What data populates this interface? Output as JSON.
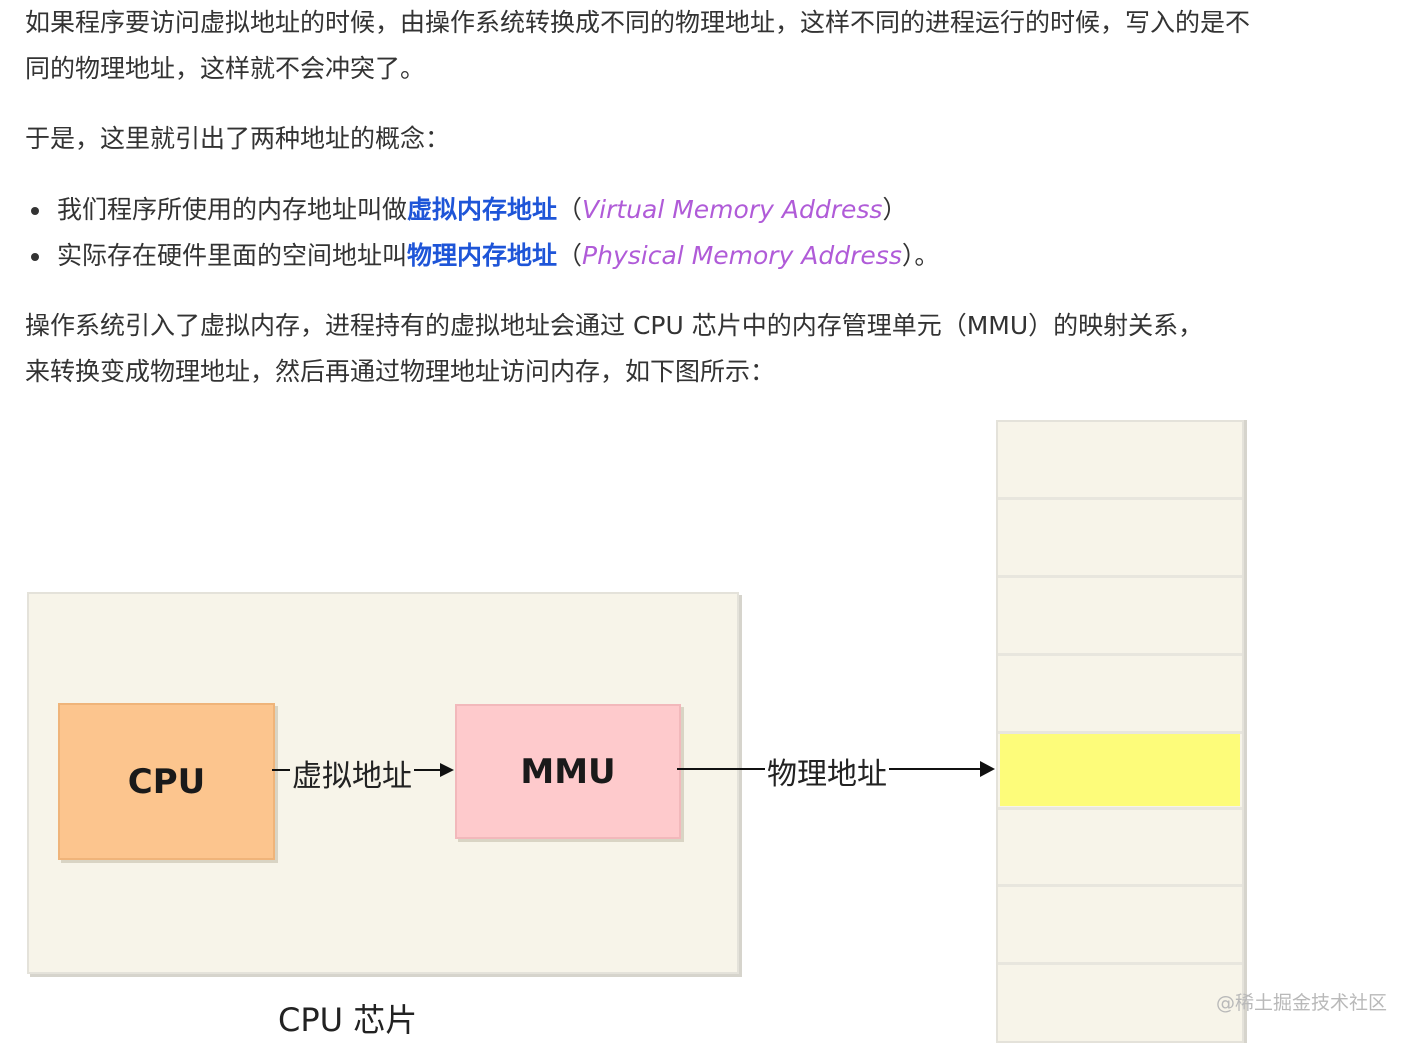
{
  "paragraphs": {
    "p1": "如果程序要访问虚拟地址的时候，由操作系统转换成不同的物理地址，这样不同的进程运行的时候，写入的是不同的物理地址，这样就不会冲突了。",
    "p2": "于是，这里就引出了两种地址的概念：",
    "p3": "操作系统引入了虚拟内存，进程持有的虚拟地址会通过 CPU 芯片中的内存管理单元（MMU）的映射关系，来转换变成物理地址，然后再通过物理地址访问内存，如下图所示："
  },
  "list": [
    {
      "prefix": "我们程序所使用的内存地址叫做",
      "strong": "虚拟内存地址",
      "open_paren": "（",
      "em": "Virtual Memory Address",
      "suffix": "）"
    },
    {
      "prefix": "实际存在硬件里面的空间地址叫",
      "strong": "物理内存地址",
      "open_paren": "（",
      "em": "Physical Memory Address",
      "suffix": "）。"
    }
  ],
  "diagram": {
    "cpu_label": "CPU",
    "mmu_label": "MMU",
    "virtual_address_label": "虚拟地址",
    "physical_address_label": "物理地址",
    "chip_label": "CPU 芯片",
    "colors": {
      "cpu_fill": "#fcc58e",
      "mmu_fill": "#fecacc",
      "chip_fill": "#f7f4e9",
      "highlight_fill": "#fdfc7a",
      "emphasis_text": "#1e55d8",
      "italic_text": "#b05bd8"
    }
  },
  "watermark": "@稀土掘金技术社区"
}
